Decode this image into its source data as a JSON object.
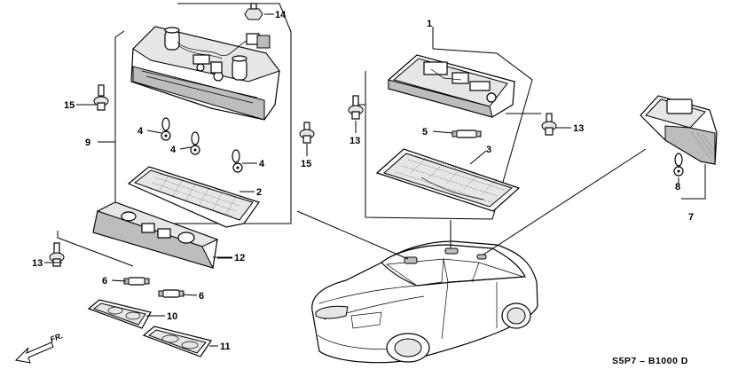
{
  "diagram": {
    "code": "S5P7 – B1000 D",
    "direction": "FR.",
    "icons": [
      "front-direction-arrow-icon"
    ],
    "callouts": [
      {
        "id": "c1",
        "label": "1"
      },
      {
        "id": "c2",
        "label": "2"
      },
      {
        "id": "c3",
        "label": "3"
      },
      {
        "id": "c4a",
        "label": "4"
      },
      {
        "id": "c4b",
        "label": "4"
      },
      {
        "id": "c4c",
        "label": "4"
      },
      {
        "id": "c5",
        "label": "5"
      },
      {
        "id": "c6a",
        "label": "6"
      },
      {
        "id": "c6b",
        "label": "6"
      },
      {
        "id": "c7",
        "label": "7"
      },
      {
        "id": "c8",
        "label": "8"
      },
      {
        "id": "c9",
        "label": "9"
      },
      {
        "id": "c10",
        "label": "10"
      },
      {
        "id": "c11",
        "label": "11"
      },
      {
        "id": "c12",
        "label": "12"
      },
      {
        "id": "c13a",
        "label": "13"
      },
      {
        "id": "c13b",
        "label": "13"
      },
      {
        "id": "c13c",
        "label": "13"
      },
      {
        "id": "c14",
        "label": "14"
      },
      {
        "id": "c15a",
        "label": "15"
      },
      {
        "id": "c15b",
        "label": "15"
      }
    ]
  }
}
